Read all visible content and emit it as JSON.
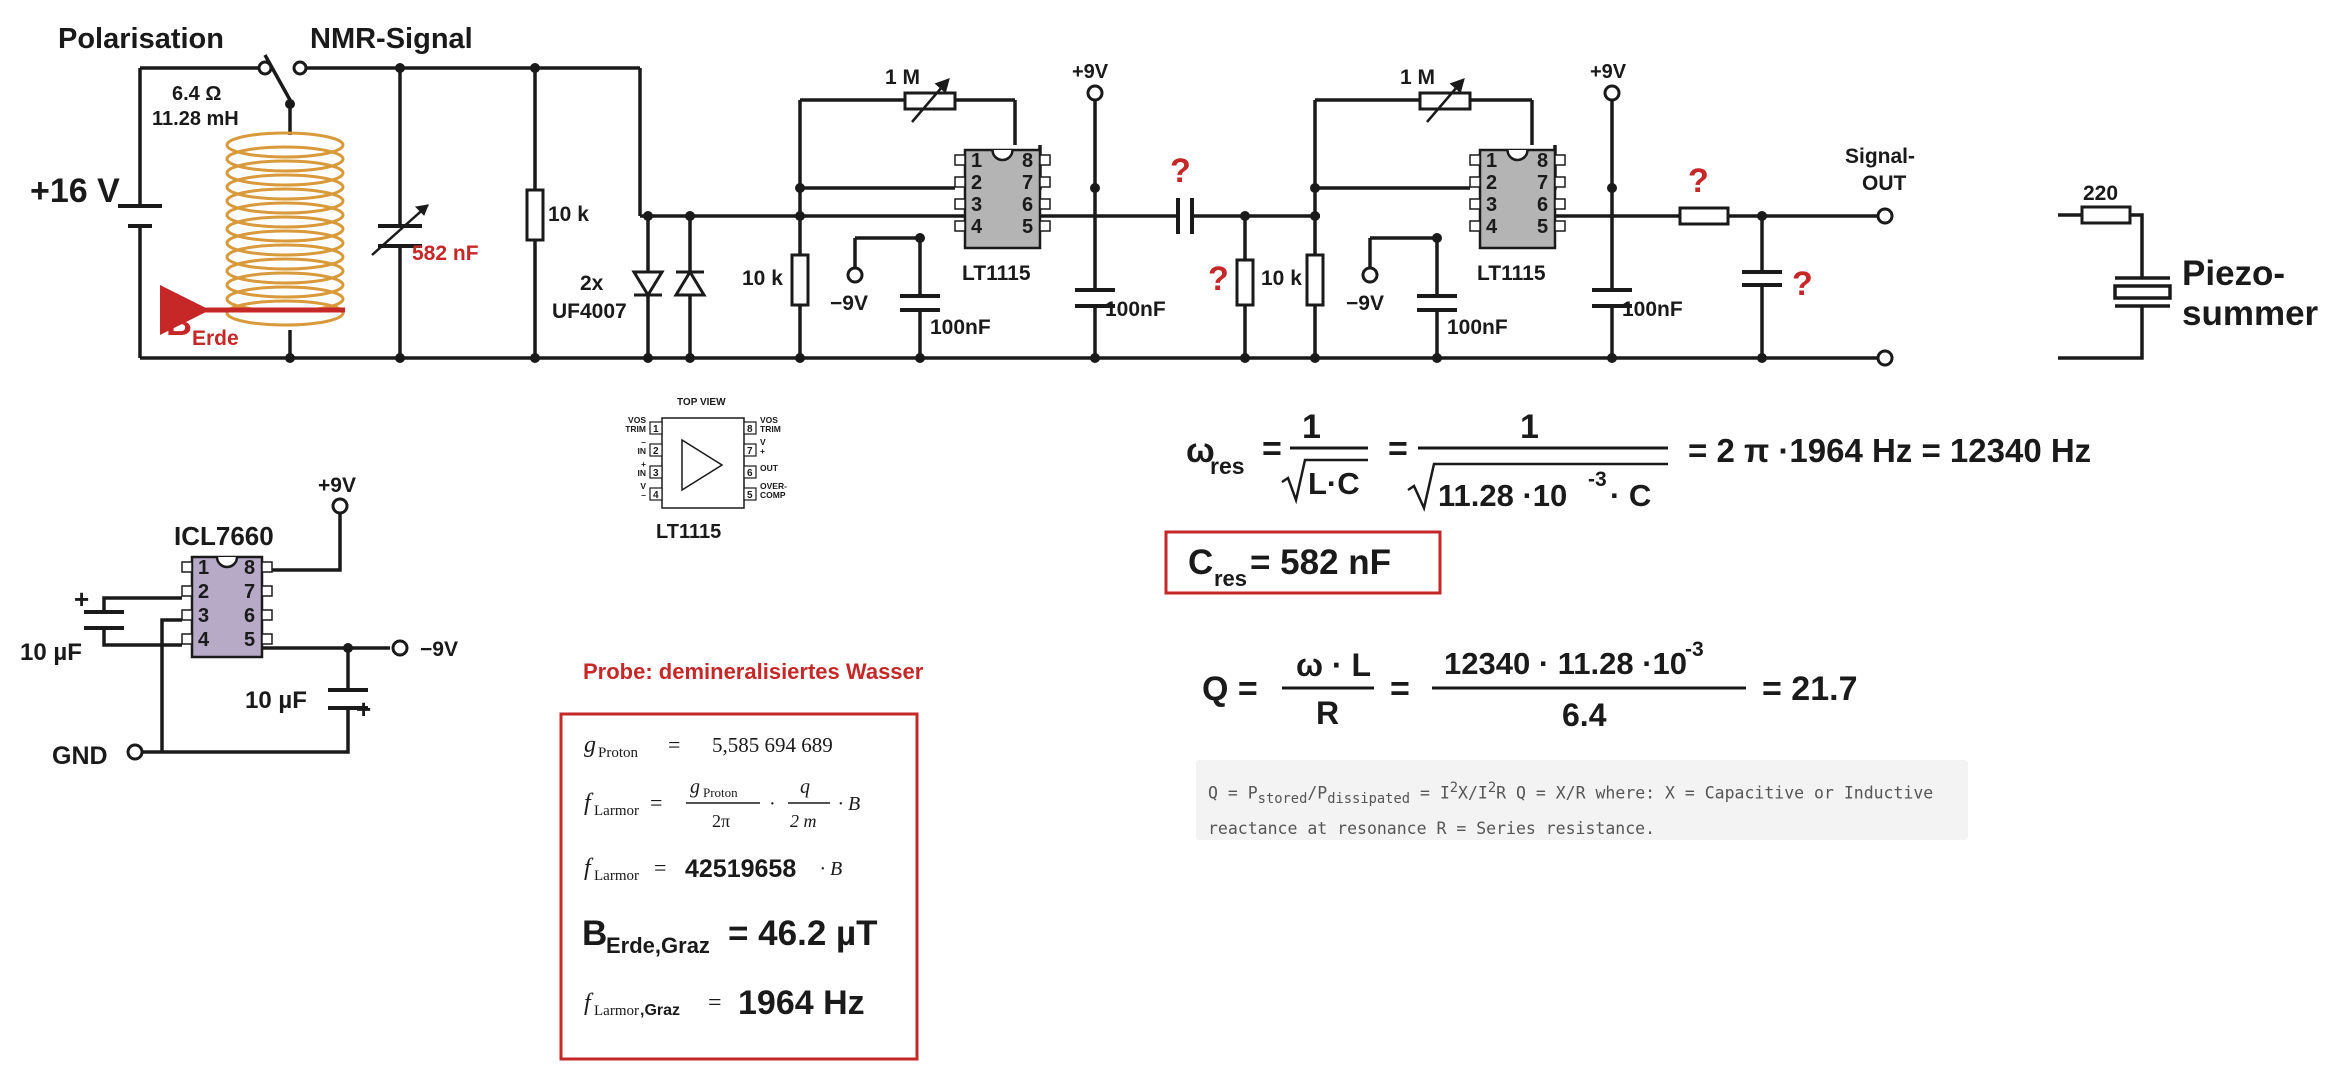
{
  "colors": {
    "wire": "#1a1a1a",
    "accent": "#c62828",
    "coil": "#d99a3b",
    "ic_fill": "#b4b4b4"
  },
  "circuit": {
    "polarisation_label": "Polarisation",
    "nmr_signal_label": "NMR-Signal",
    "supply_voltage": "+16 V",
    "coil_resistance": "6.4 Ω",
    "coil_inductance": "11.28 mH",
    "b_field_main": "B",
    "b_field_sub": "Erde",
    "tuning_cap": "582 nF",
    "resistor_10k": "10 k",
    "diode_count": "2x",
    "diode_type": "UF4007",
    "feedback_resistor": "1 M",
    "plus_9v": "+9V",
    "minus_9v": "−9V",
    "cap_100nf": "100nF",
    "opamp_name": "LT1115",
    "unknown_mark": "?",
    "signal_out_line1": "Signal-",
    "signal_out_line2": "OUT",
    "pin_left": [
      "1",
      "2",
      "3",
      "4"
    ],
    "pin_right": [
      "8",
      "7",
      "6",
      "5"
    ]
  },
  "piezo": {
    "resistor": "220",
    "label_line1": "Piezo-",
    "label_line2": "summer"
  },
  "lt1115_pinout": {
    "top_view": "TOP VIEW",
    "title": "LT1115",
    "left_labels": [
      "VOS TRIM",
      "– IN",
      "+ IN",
      "V –"
    ],
    "right_labels": [
      "VOS TRIM",
      "V +",
      "OUT",
      "OVER- COMP"
    ],
    "left_pins": [
      "1",
      "2",
      "3",
      "4"
    ],
    "right_pins": [
      "8",
      "7",
      "6",
      "5"
    ]
  },
  "icl7660": {
    "title": "ICL7660",
    "plus_9v": "+9V",
    "minus_9v": "−9V",
    "cap1": "10 µF",
    "cap2": "10 µF",
    "gnd": "GND",
    "plus_sign": "+"
  },
  "formulas": {
    "omega_symbol": "ω",
    "omega_sub": "res",
    "one": "1",
    "lc": "L·C",
    "lc_value": "11.28 ·10",
    "lc_exp": "-3",
    "lc_tail": " · C",
    "omega_result": "= 2 π ·1964 Hz = 12340 Hz",
    "cres_main": "C",
    "cres_sub": "res",
    "cres_value": " = 582 nF",
    "q_symbol": "Q =",
    "q_numer": "ω · L",
    "q_denom": "R",
    "q_numer2": "12340 · 11.28 ·10",
    "q_exp": "-3",
    "q_denom2": "6.4",
    "q_result": "= 21.7"
  },
  "note": {
    "text1": "Q = P",
    "sub1": "stored",
    "text2": "/P",
    "sub2": "dissipated",
    "text3": " = I",
    "sup1": "2",
    "text4": "X/I",
    "sup2": "2",
    "text5": "R Q = X/R where: X = Capacitive or Inductive reactance at resonance R = Series resistance."
  },
  "probe": {
    "title": "Probe: demineralisiertes Wasser",
    "g_sym": "g",
    "g_sub": "Proton",
    "g_value": "5,585 694 689",
    "f_sym": "f",
    "f_sub": "Larmor",
    "frac_q": "q",
    "frac_2m": "2 m",
    "frac_2pi": "2π",
    "b_var": "· B",
    "f_value": "42519658",
    "b_main": "B",
    "b_sub": "Erde,Graz",
    "b_value": " = 46.2 µT",
    "fg_sub": "Larmor",
    "fg_sub2": ",Graz",
    "fg_value": "1964 Hz",
    "eq": "="
  }
}
